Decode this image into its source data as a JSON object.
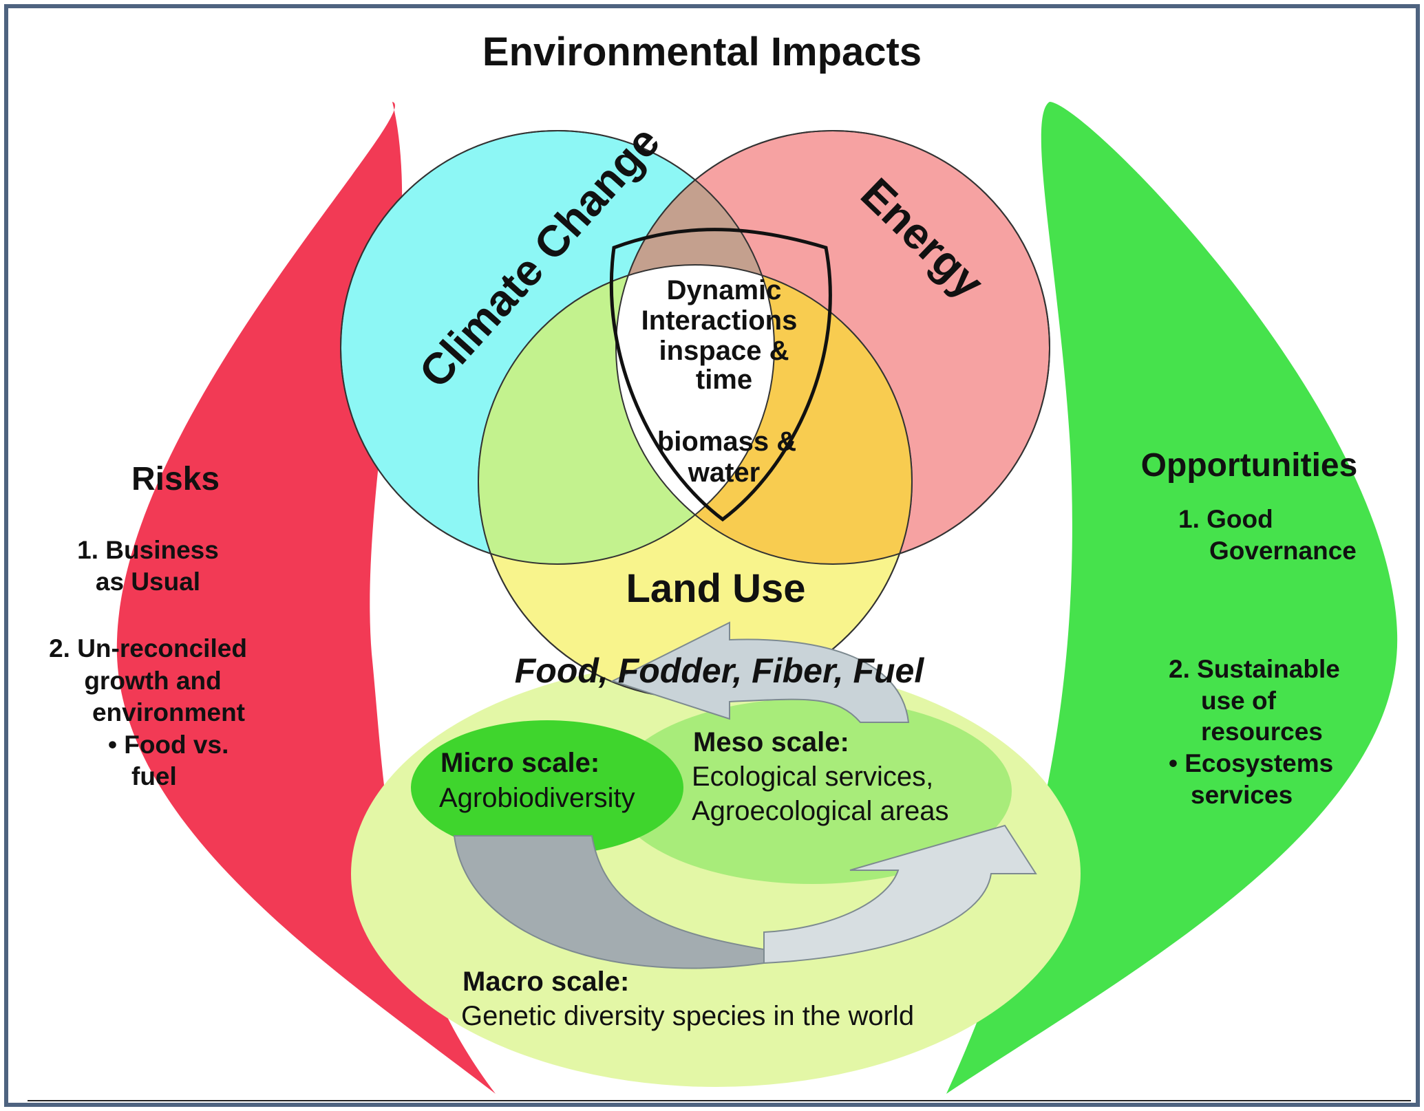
{
  "title": "Environmental Impacts",
  "circles": {
    "climate_change": "Climate Change",
    "energy": "Energy",
    "land_use": "Land Use"
  },
  "center": {
    "line1": "Dynamic",
    "line2": "Interactions",
    "line3": "inspace &",
    "line4": "time",
    "line5": "biomass &",
    "line6": "water"
  },
  "flows": "Food, Fodder, Fiber, Fuel",
  "risks": {
    "heading": "Risks",
    "item1_line1": "1. Business",
    "item1_line2": "as Usual",
    "item2_line1": "2. Un-reconciled",
    "item2_line2": "growth and",
    "item2_line3": "environment",
    "sub_line1": "• Food vs.",
    "sub_line2": "fuel"
  },
  "opportunities": {
    "heading": "Opportunities",
    "item1_line1": "1. Good",
    "item1_line2": "Governance",
    "item2_line1": "2. Sustainable",
    "item2_line2": "use of",
    "item2_line3": "resources",
    "sub_line1": "• Ecosystems",
    "sub_line2": "services"
  },
  "scales": {
    "micro_title": "Micro scale:",
    "micro_desc": "Agrobiodiversity",
    "meso_title": "Meso scale:",
    "meso_desc1": "Ecological services,",
    "meso_desc2": "Agroecological areas",
    "macro_title": "Macro scale:",
    "macro_desc": "Genetic diversity species in the world"
  },
  "colors": {
    "risks": "#f23a55",
    "opportunities": "#46e24c",
    "climate": "#8df7f5",
    "energy": "#f6a2a2",
    "land_use": "#f8f48c",
    "micro": "#3fd52d",
    "meso": "#a8ec7a",
    "macro": "#e3f7a6",
    "arrow": "#c9d3d8",
    "frame": "#4e6380"
  }
}
